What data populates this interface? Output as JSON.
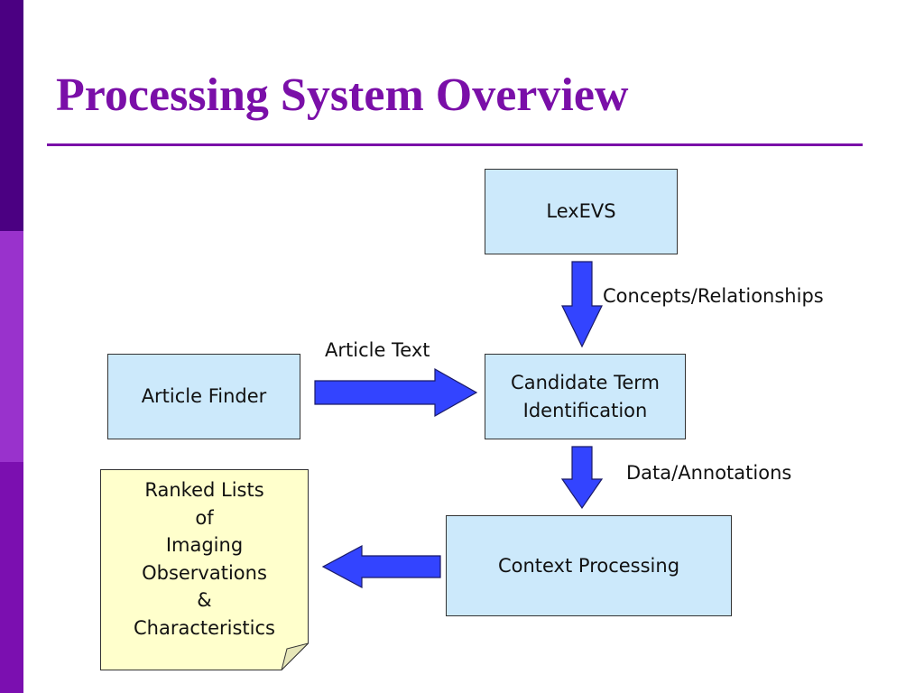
{
  "title": "Processing System Overview",
  "colors": {
    "title": "#7a0fa8",
    "box_fill": "#cce9fb",
    "note_fill": "#ffffcc",
    "arrow_fill": "#3344ff",
    "sidebar": [
      "#4b0082",
      "#9932cc",
      "#7b0fb0"
    ]
  },
  "boxes": {
    "lexevs": "LexEVS",
    "article_finder": "Article Finder",
    "candidate_term": "Candidate Term\n Identification",
    "context_processing": "Context Processing"
  },
  "output_note": {
    "lines": [
      "Ranked Lists",
      "of",
      "Imaging",
      "Observations",
      "&",
      "Characteristics"
    ]
  },
  "edge_labels": {
    "concepts": "Concepts/Relationships",
    "article_text": "Article Text",
    "data_annotations": "Data/Annotations"
  }
}
